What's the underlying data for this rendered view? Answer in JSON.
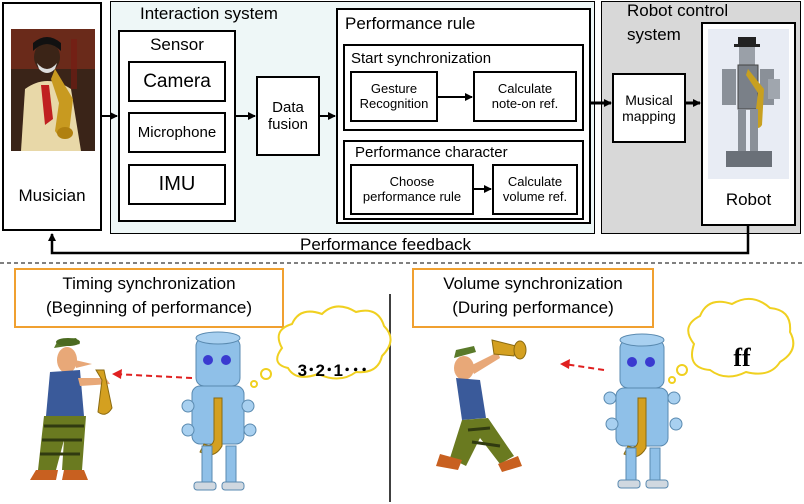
{
  "top": {
    "musician_label": "Musician",
    "interaction_title": "Interaction system",
    "sensor_title": "Sensor",
    "sensors": [
      "Camera",
      "Microphone",
      "IMU"
    ],
    "data_fusion": [
      "Data",
      "fusion"
    ],
    "performance_rule_title": "Performance rule",
    "start_sync_title": "Start synchronization",
    "gesture_recognition": [
      "Gesture",
      "Recognition"
    ],
    "calc_noteon": [
      "Calculate",
      "note-on ref."
    ],
    "perf_character_title": "Performance character",
    "choose_rule": [
      "Choose",
      "performance rule"
    ],
    "calc_volume": [
      "Calculate",
      "volume ref."
    ],
    "robot_control_title": [
      "Robot control",
      "system"
    ],
    "musical_mapping": [
      "Musical",
      "mapping"
    ],
    "robot_label": "Robot",
    "feedback_label": "Performance feedback"
  },
  "bottom": {
    "timing_title": [
      "Timing synchronization",
      "(Beginning of performance)"
    ],
    "countdown": "3･2･1･･･",
    "volume_title": [
      "Volume synchronization",
      "(During performance)"
    ],
    "dynamic_mark": "ff"
  },
  "colors": {
    "interaction_bg": "#eef7f7",
    "robot_control_bg": "#d8d8d8",
    "title_border": "#f0a030",
    "arrow_red": "#e02020",
    "cloud_border": "#f0d020",
    "robot_blue": "#8fc0e8",
    "sax_gold": "#d4a020"
  }
}
